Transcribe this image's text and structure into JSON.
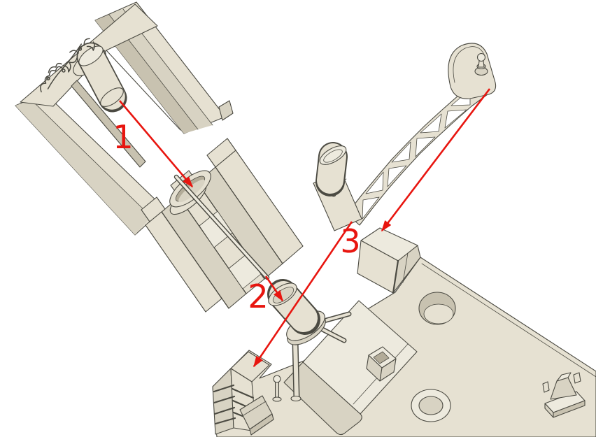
{
  "canvas": {
    "background": "#ffffff"
  },
  "colors": {
    "bg": "#ffffff",
    "outline": "#4b4a42",
    "face-lightest": "#edeade",
    "face-light": "#e6e1d2",
    "face-mid": "#d8d3c3",
    "face-dark": "#c8c2b0",
    "face-shadow": "#b2ab98",
    "accent": "#e8150f"
  },
  "callouts": [
    {
      "label": "1"
    },
    {
      "label": "2"
    },
    {
      "label": "3"
    }
  ]
}
